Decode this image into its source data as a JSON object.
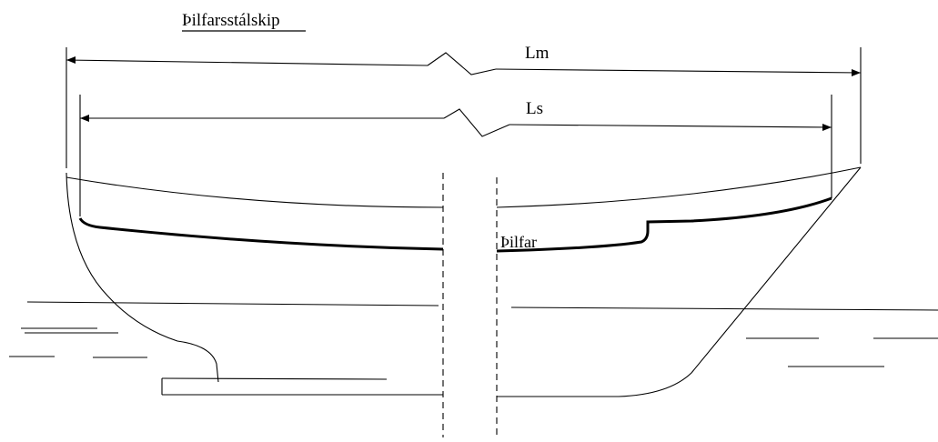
{
  "title": "Þilfarsstálskip",
  "dimensions": {
    "overall_length_label": "Lm",
    "scantling_length_label": "Ls"
  },
  "deck_label": "Þilfar"
}
